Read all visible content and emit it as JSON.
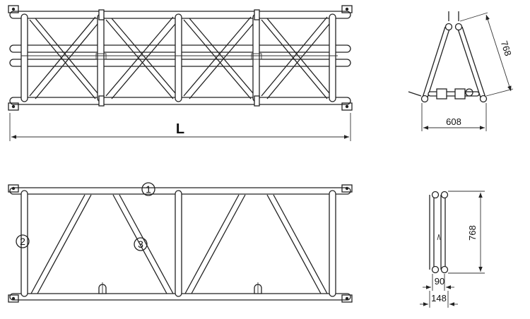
{
  "dimensions": {
    "length": "L",
    "side_height": "768",
    "side_width": "608",
    "end_height": "768",
    "end_inner_width": "90",
    "end_outer_width": "148"
  },
  "callouts": [
    "1",
    "2",
    "3"
  ],
  "colors": {
    "line": "#222222",
    "background": "#ffffff"
  }
}
